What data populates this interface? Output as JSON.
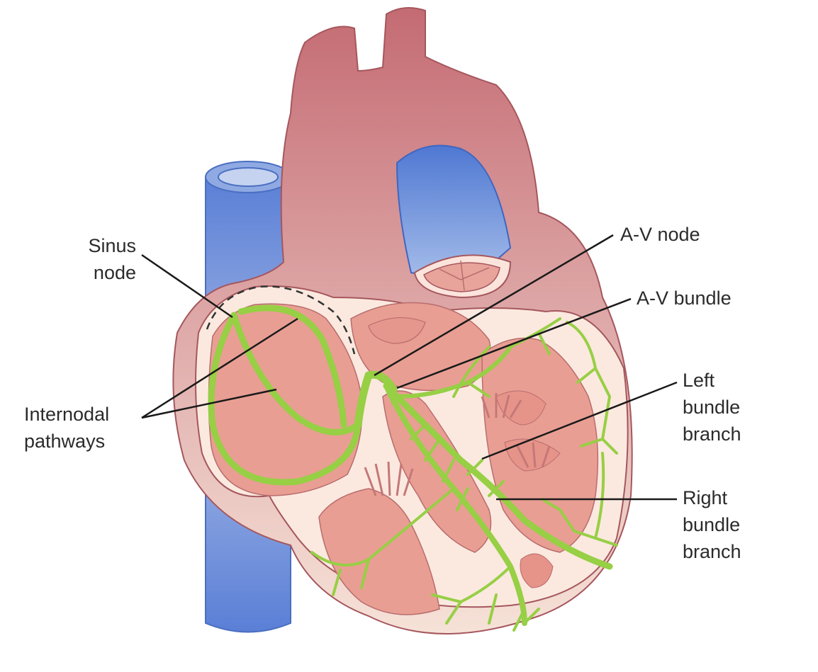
{
  "diagram": {
    "labels": {
      "sinus_node": [
        "Sinus",
        "node"
      ],
      "internodal_pathways": [
        "Internodal",
        "pathways"
      ],
      "av_node": "A-V node",
      "av_bundle": "A-V bundle",
      "left_bundle_branch": [
        "Left",
        "bundle",
        "branch"
      ],
      "right_bundle_branch": [
        "Right",
        "bundle",
        "branch"
      ]
    },
    "colors": {
      "heart_upper": "#c6737a",
      "heart_lower": "#f2d6cd",
      "myocardium_light": "#fbe9df",
      "chamber_pink": "#e9a096",
      "vein_blue": "#6f8fd8",
      "aorta_blue": "#5f84d6",
      "conduction_green": "#97cf45",
      "outline": "#a5575d",
      "leader_line": "#1a1a1a"
    }
  }
}
